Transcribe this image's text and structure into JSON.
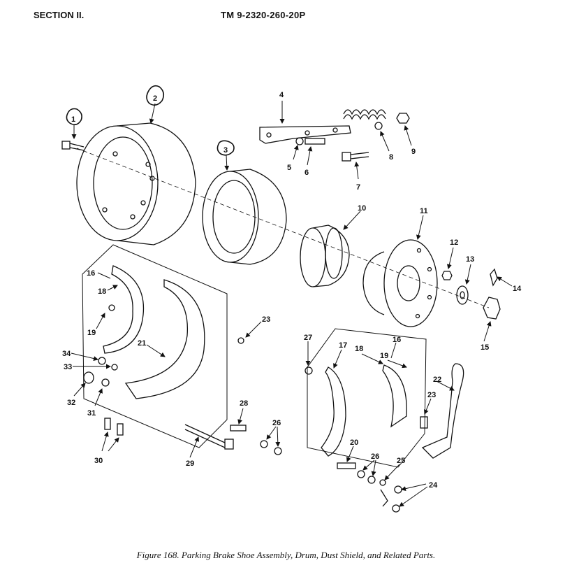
{
  "header": {
    "section": "SECTION II.",
    "tm": "TM  9-2320-260-20P"
  },
  "callouts": [
    "1",
    "2",
    "3",
    "4",
    "5",
    "6",
    "7",
    "8",
    "9",
    "10",
    "11",
    "12",
    "13",
    "14",
    "15",
    "16",
    "18",
    "19",
    "21",
    "23",
    "34",
    "33",
    "32",
    "31",
    "30",
    "29",
    "28",
    "26",
    "27",
    "17",
    "16",
    "18",
    "19",
    "22",
    "23",
    "20",
    "26",
    "25",
    "24"
  ],
  "caption": "Figure 168. Parking Brake Shoe Assembly, Drum, Dust Shield, and Related Parts."
}
